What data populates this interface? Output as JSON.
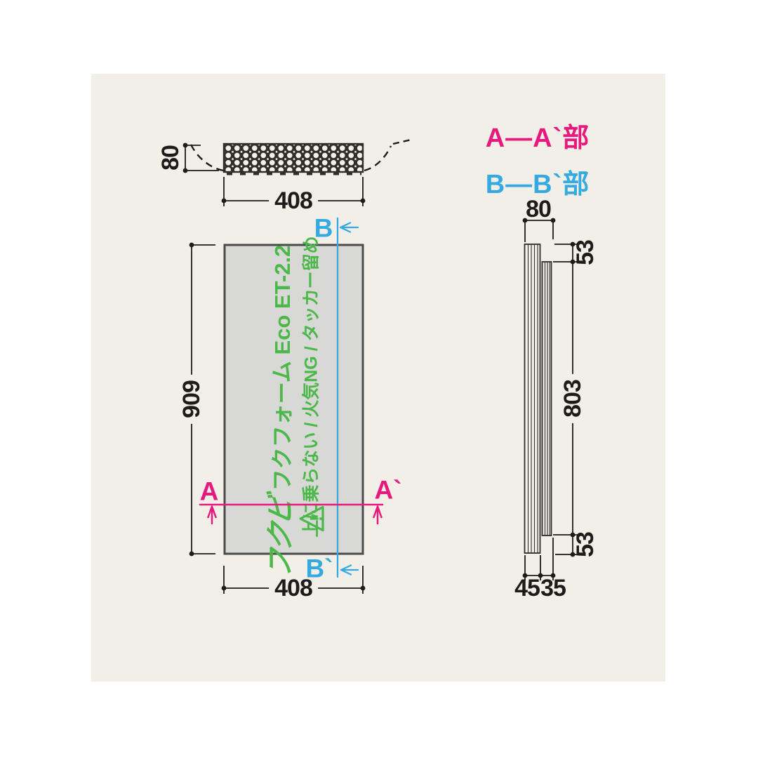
{
  "drawing": {
    "section_labels": {
      "aa": "A—A`部",
      "bb": "B—B`部"
    },
    "top_view": {
      "height": "80",
      "width": "408"
    },
    "front_view": {
      "height": "909",
      "width": "408",
      "a": "A",
      "a_prime": "A`",
      "b": "B",
      "b_prime": "B`"
    },
    "side_view": {
      "width": "80",
      "top_offset": "53",
      "length": "803",
      "bottom_offset": "53",
      "layer_front": "45",
      "layer_back": "35"
    },
    "panel_print": {
      "logo": "フクビ",
      "product": "フクフォーム Eco ET-2.2",
      "caution": "上に乗らない / 火気NG / タッカー留め",
      "warning_mark": "!"
    },
    "colors": {
      "pink": "#e8197d",
      "cyan": "#35aae1",
      "green": "#4cb84a",
      "panel_gray": "#d8d8d6",
      "sheet_cream": "#f2efe9",
      "line": "#1d1c1a"
    }
  }
}
